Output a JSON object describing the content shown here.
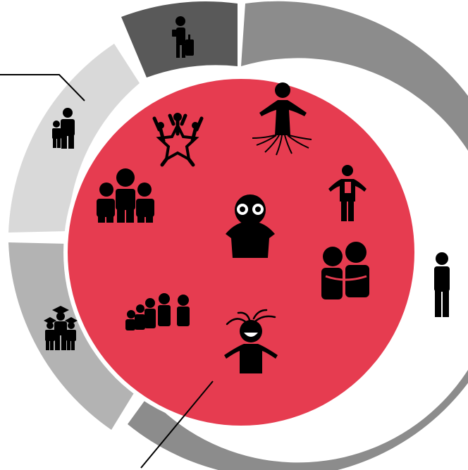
{
  "diagram": {
    "ring_segments": [
      {
        "id": "traveler",
        "icon": "traveler-with-luggage-icon",
        "color": "#595959"
      },
      {
        "id": "individual",
        "icon": "standing-person-icon",
        "color": "#8c8c8c"
      },
      {
        "id": "graduates",
        "icon": "graduates-group-icon",
        "color": "#b3b3b3"
      },
      {
        "id": "parent-child",
        "icon": "adult-and-child-icon",
        "color": "#d9d9d9"
      }
    ],
    "center": {
      "color": "#e63c50",
      "ring_gap_color": "#ffffff"
    },
    "center_icons": [
      "celebrating-group-icon",
      "rooted-person-icon",
      "family-group-icon",
      "person-with-phone-icon",
      "person-with-binoculars-icon",
      "hugging-couple-icon",
      "crowd-icon",
      "curious-person-icon"
    ],
    "callout_lines": [
      "callout-line-top-left",
      "callout-line-bottom"
    ]
  }
}
